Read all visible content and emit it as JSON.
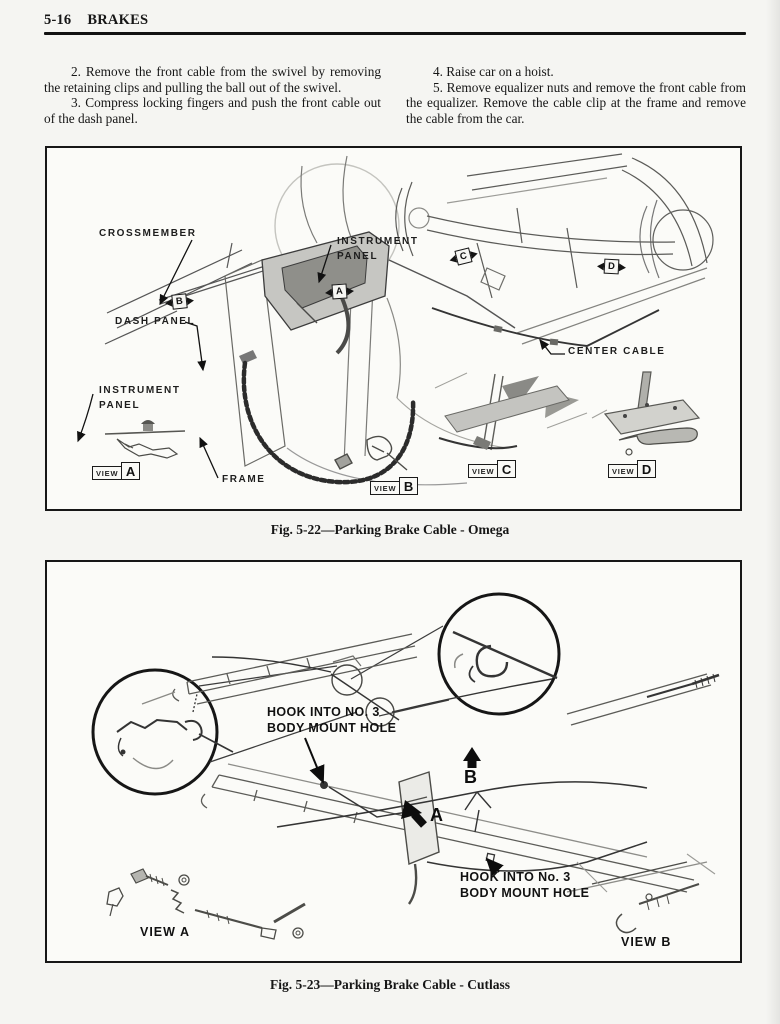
{
  "header": {
    "page_number": "5-16",
    "section_title": "BRAKES"
  },
  "instructions": {
    "left_column": [
      {
        "text": "2. Remove the front cable from the swivel by removing the retaining clips and pulling the ball out of the swivel."
      },
      {
        "text": "3. Compress locking fingers and push the front cable out of the dash panel."
      }
    ],
    "right_column": [
      {
        "text": "4. Raise car on a hoist."
      },
      {
        "text": "5. Remove equalizer nuts and remove the front cable from the equalizer. Remove the cable clip at the frame and remove the cable from the car."
      }
    ]
  },
  "figure1": {
    "caption": "Fig. 5-22—Parking Brake Cable - Omega",
    "labels": {
      "crossmember": "CROSSMEMBER",
      "instrument_panel_top_line1": "INSTRUMENT",
      "instrument_panel_top_line2": "PANEL",
      "dash_panel": "DASH PANEL",
      "instrument_panel_left_line1": "INSTRUMENT",
      "instrument_panel_left_line2": "PANEL",
      "frame": "FRAME",
      "center_cable": "CENTER CABLE"
    },
    "markers": {
      "a": "A",
      "b": "B",
      "c": "C",
      "d": "D"
    },
    "view_word": "VIEW",
    "view_letters": {
      "a": "A",
      "b": "B",
      "c": "C",
      "d": "D"
    }
  },
  "figure2": {
    "caption": "Fig. 5-23—Parking Brake Cable - Cutlass",
    "labels": {
      "hook_top_line1": "HOOK INTO NO. 3",
      "hook_top_line2": "BODY MOUNT HOLE",
      "hook_bottom_line1": "HOOK INTO No. 3",
      "hook_bottom_line2": "BODY MOUNT HOLE",
      "marker_a": "A",
      "marker_b": "B",
      "view_a": "VIEW A",
      "view_b": "VIEW B"
    }
  }
}
